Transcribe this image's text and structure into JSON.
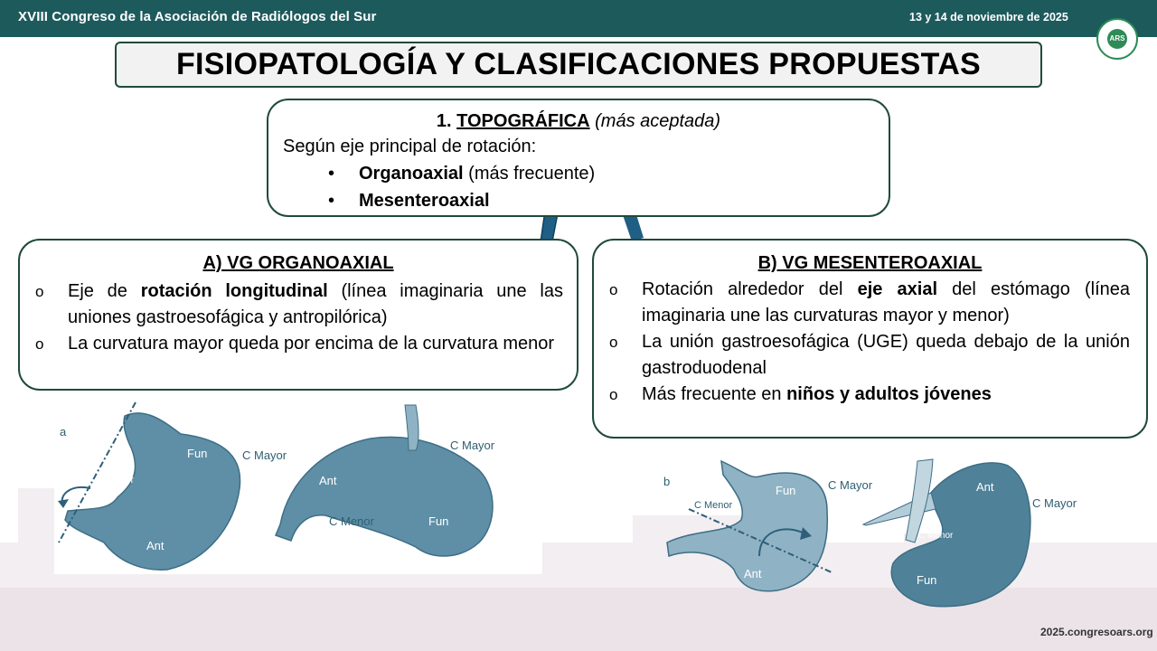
{
  "header": {
    "conference": "XVIII Congreso de la Asociación de Radiólogos del Sur",
    "date": "13 y 14 de noviembre de 2025",
    "logo_text": "ARS"
  },
  "title": "FISIOPATOLOGÍA Y CLASIFICACIONES PROPUESTAS",
  "topografica": {
    "number": "1.",
    "heading": "TOPOGRÁFICA",
    "heading_note": "(más aceptada)",
    "intro": "Según eje principal de rotación:",
    "bullets": [
      {
        "bold": "Organoaxial",
        "rest": " (más frecuente)"
      },
      {
        "bold": "Mesenteroaxial",
        "rest": ""
      }
    ]
  },
  "organoaxial": {
    "heading": "A) VG ORGANOAXIAL",
    "item1": {
      "pre": "Eje de ",
      "bold": "rotación longitudinal",
      "post": " (línea imaginaria une las uniones gastroesofágica y antropilórica)"
    },
    "item2": "La curvatura mayor queda por encima de la curvatura menor"
  },
  "mesenteroaxial": {
    "heading": "B) VG MESENTEROAXIAL",
    "item1": {
      "pre": "Rotación alrededor del ",
      "bold": "eje axial",
      "post": " del estómago (línea imaginaria une las curvaturas mayor y menor)"
    },
    "item2": "La unión gastroesofágica (UGE) queda debajo de la unión gastroduodenal",
    "item3": {
      "pre": "Más frecuente en ",
      "bold": "niños y adultos jóvenes",
      "post": ""
    }
  },
  "diagram_a": {
    "panel_letter": "a",
    "labels": {
      "fun": "Fun",
      "c_mayor": "C Mayor",
      "c_menor": "C Menor",
      "ant": "Ant"
    },
    "labels2": {
      "ant": "Ant",
      "c_mayor": "C Mayor",
      "c_menor": "C Menor",
      "fun": "Fun"
    }
  },
  "diagram_b": {
    "panel_letter": "b",
    "labels": {
      "c_menor": "C Menor",
      "fun": "Fun",
      "c_mayor": "C Mayor",
      "ant": "Ant"
    },
    "labels2": {
      "ant": "Ant",
      "c_mayor": "C Mayor",
      "c_menor": "C Menor",
      "fun": "Fun"
    }
  },
  "bullet_marker": "o",
  "bullet_dot": "•",
  "footer": "2025.congresoars.org",
  "colors": {
    "header": "#1d5a5c",
    "stomach": "#5f8fa6",
    "arrow": "#1f5f86",
    "border": "#1f4a3a"
  }
}
